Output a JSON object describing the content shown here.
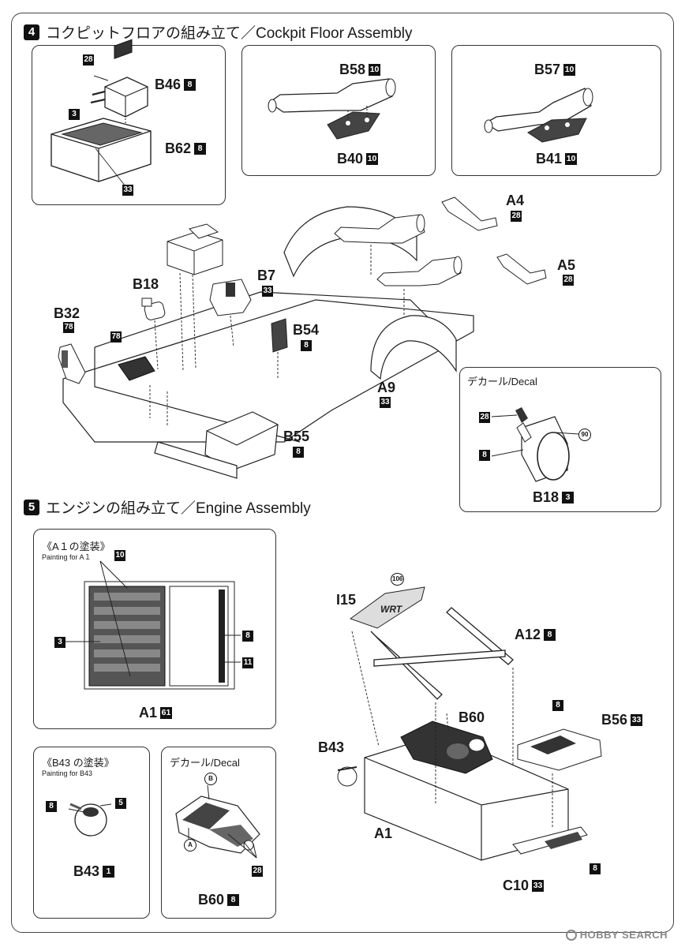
{
  "step4": {
    "number": "4",
    "title": "コクピットフロアの組み立て／Cockpit Floor Assembly",
    "box1": {
      "b46": "B46",
      "b46_code": "8",
      "b62": "B62",
      "b62_code": "8",
      "c28": "28",
      "c3": "3",
      "c33": "33"
    },
    "box2": {
      "b58": "B58",
      "b58_code": "10",
      "b40": "B40",
      "b40_code": "10"
    },
    "box3": {
      "b57": "B57",
      "b57_code": "10",
      "b41": "B41",
      "b41_code": "10"
    },
    "main": {
      "a4": "A4",
      "a4_code": "28",
      "a5": "A5",
      "a5_code": "28",
      "b7": "B7",
      "b7_code": "33",
      "b18": "B18",
      "b32": "B32",
      "b32_code": "78",
      "c78": "78",
      "b54": "B54",
      "b54_code": "8",
      "a9": "A9",
      "a9_code": "33",
      "b55": "B55",
      "b55_code": "8"
    },
    "decal_box": {
      "title": "デカール/Decal",
      "c28": "28",
      "c90": "90",
      "c8": "8",
      "b18": "B18",
      "b18_code": "3"
    }
  },
  "step5": {
    "number": "5",
    "title": "エンジンの組み立て／Engine Assembly",
    "paint_a1": {
      "title": "《A１の塗装》",
      "sub": "Painting for A１",
      "c10": "10",
      "c3": "3",
      "c8": "8",
      "c11": "11",
      "a1": "A1",
      "a1_code": "61"
    },
    "paint_b43": {
      "title": "《B43 の塗装》",
      "sub": "Painting for B43",
      "c8": "8",
      "c5": "5",
      "b43": "B43",
      "b43_code": "1"
    },
    "decal_b60": {
      "title": "デカール/Decal",
      "cb": "B",
      "ca": "A",
      "c28": "28",
      "b60": "B60",
      "b60_code": "8"
    },
    "main": {
      "i15": "I15",
      "c106": "106",
      "wrt": "WRT",
      "a12": "A12",
      "a12_code": "8",
      "b60": "B60",
      "b56": "B56",
      "b56_code": "33",
      "c8": "8",
      "b43": "B43",
      "a1": "A1",
      "c10": "C10",
      "c10_code": "33",
      "c8b": "8"
    }
  },
  "watermark": "HOBBY SEARCH"
}
